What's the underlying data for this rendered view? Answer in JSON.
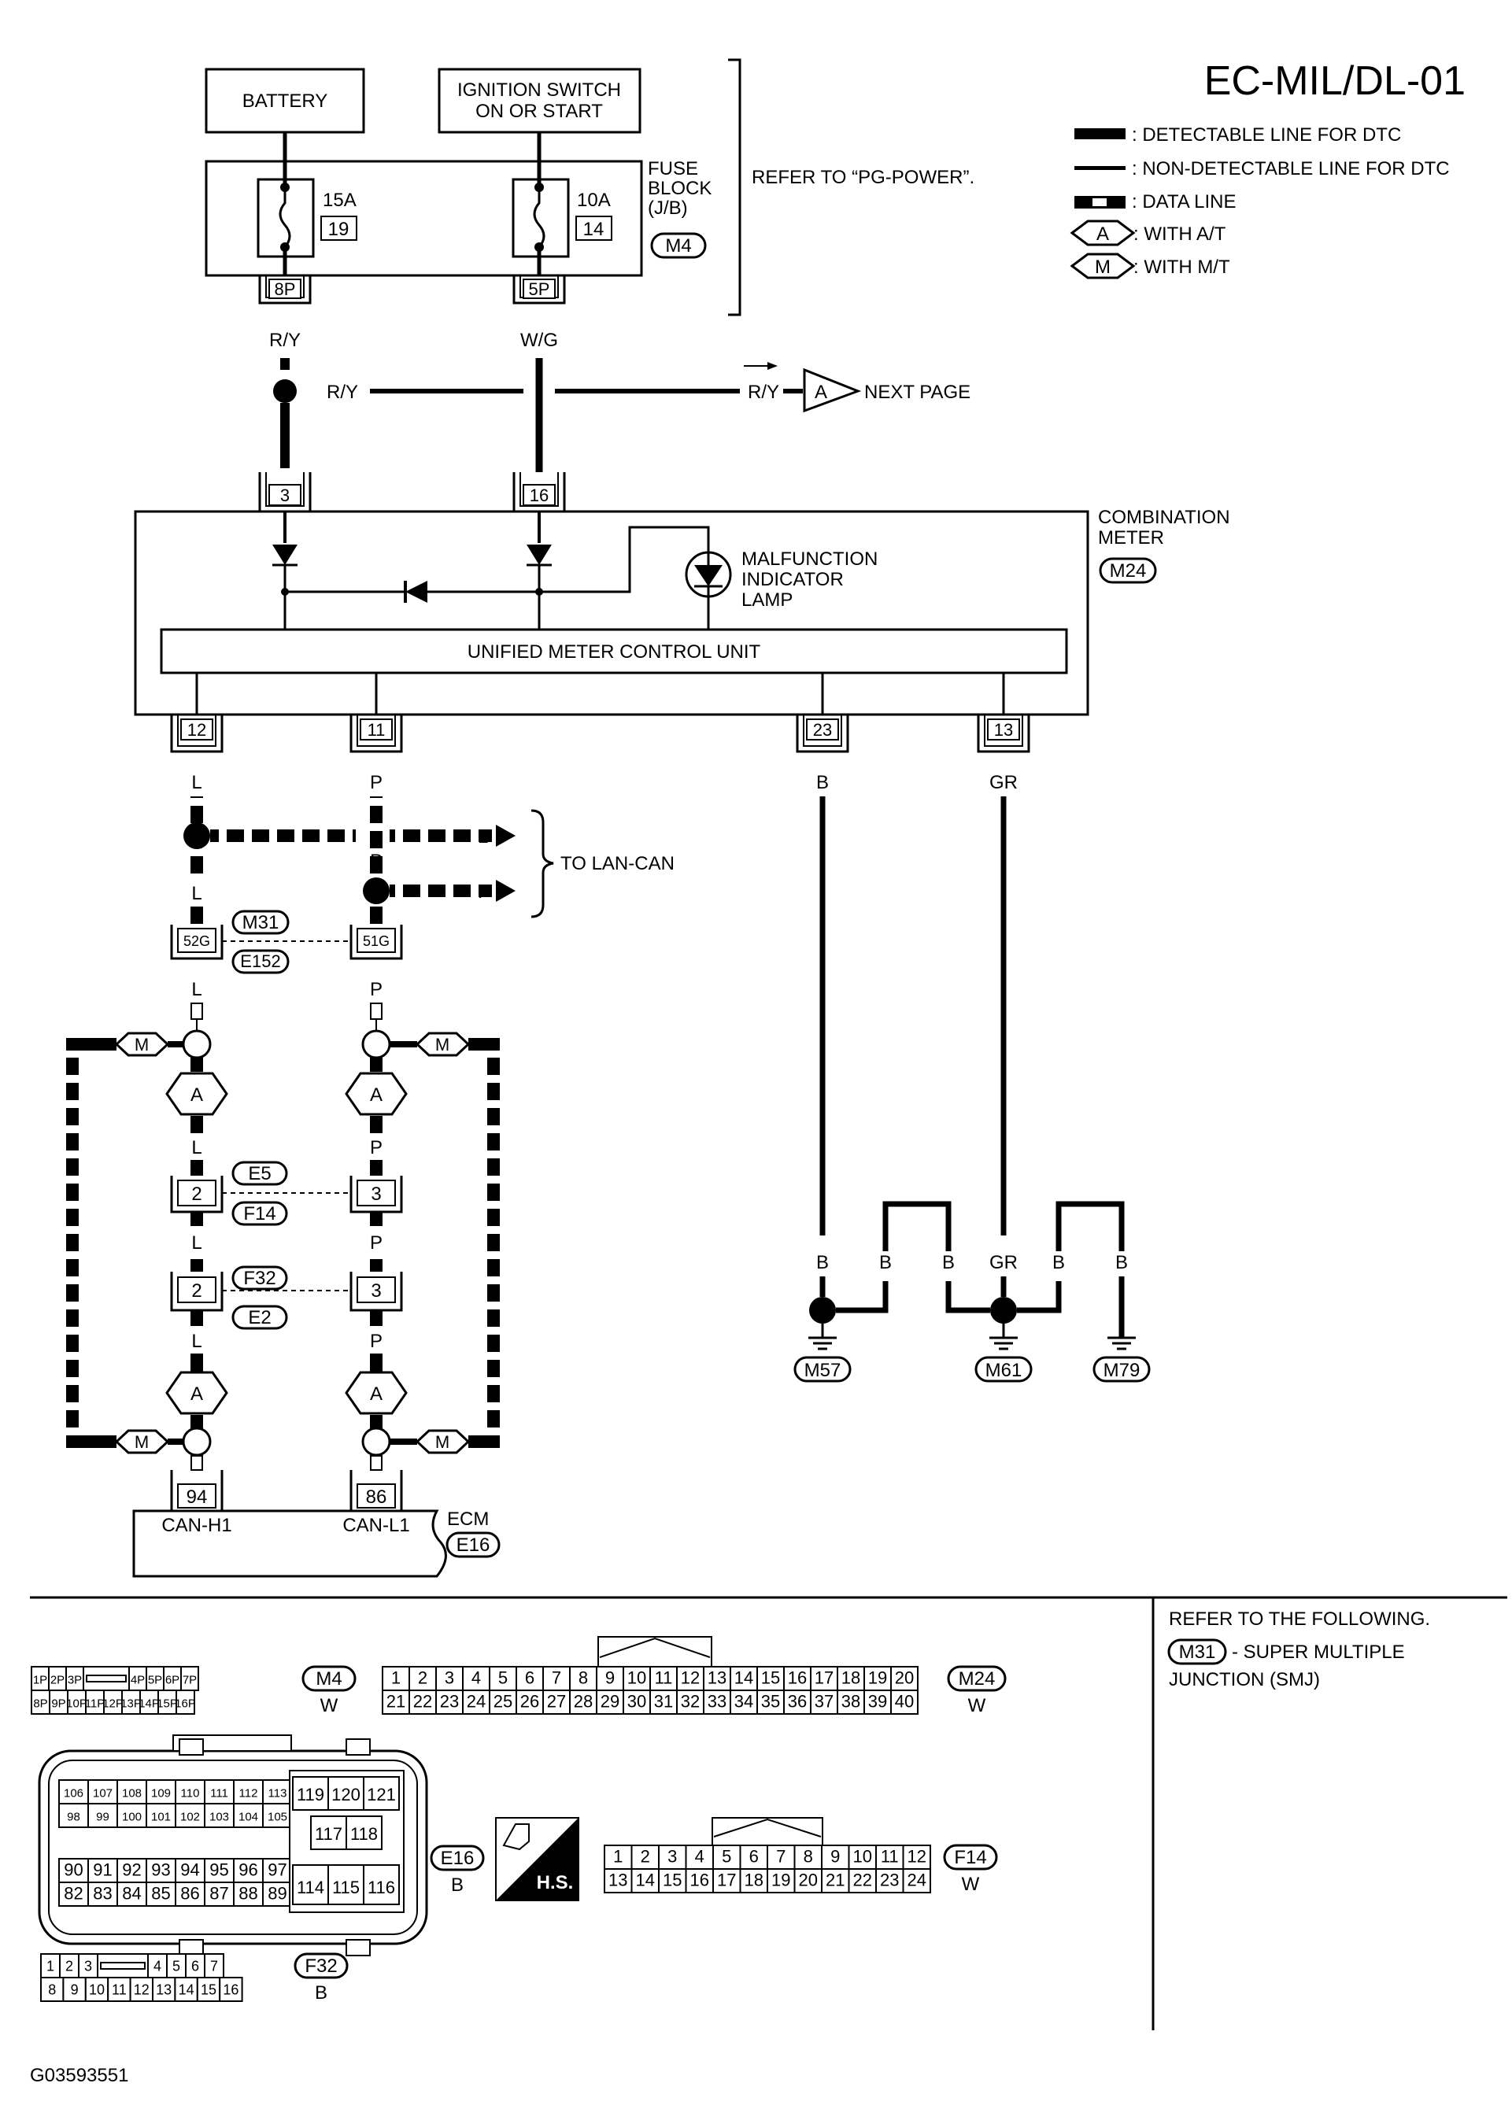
{
  "title": "EC-MIL/DL-01",
  "legend": {
    "detectable": ": DETECTABLE LINE FOR DTC",
    "non_detectable": ": NON-DETECTABLE LINE FOR DTC",
    "data_line": ": DATA LINE",
    "with_at_code": "A",
    "with_at": ": WITH A/T",
    "with_mt_code": "M",
    "with_mt": ": WITH M/T"
  },
  "power": {
    "battery": "BATTERY",
    "ignition_1": "IGNITION SWITCH",
    "ignition_2": "ON OR START",
    "refer": "REFER TO “PG-POWER”."
  },
  "fuse_block": {
    "name_1": "FUSE",
    "name_2": "BLOCK",
    "name_3": "(J/B)",
    "connector": "M4",
    "fuse1_amp": "15A",
    "fuse1_no": "19",
    "fuse2_amp": "10A",
    "fuse2_no": "14",
    "pin1": "8P",
    "pin2": "5P"
  },
  "wires": {
    "ry": "R/Y",
    "wg": "W/G",
    "l": "L",
    "p": "P",
    "b": "B",
    "gr": "GR"
  },
  "next_page": {
    "code": "A",
    "label": "NEXT PAGE"
  },
  "combination_meter": {
    "name_1": "COMBINATION",
    "name_2": "METER",
    "connector": "M24",
    "pin_3": "3",
    "pin_16": "16",
    "pin_12": "12",
    "pin_11": "11",
    "pin_23": "23",
    "pin_13": "13",
    "mil_1": "MALFUNCTION",
    "mil_2": "INDICATOR",
    "mil_3": "LAMP",
    "control_unit": "UNIFIED METER CONTROL UNIT"
  },
  "lan_can": "TO LAN-CAN",
  "joint_connectors": {
    "m31": "M31",
    "e152": "E152",
    "pin_52g": "52G",
    "pin_51g": "51G",
    "e5": "E5",
    "f14": "F14",
    "f32": "F32",
    "e2": "E2",
    "pin_2": "2",
    "pin_3": "3"
  },
  "grounds": [
    "M57",
    "M61",
    "M79"
  ],
  "ecm": {
    "name": "ECM",
    "connector": "E16",
    "pin_94": "94",
    "pin_86": "86",
    "can_h": "CAN-H1",
    "can_l": "CAN-L1"
  },
  "connector_views": {
    "m4": {
      "code": "M4",
      "color": "W",
      "row1": [
        "1P",
        "2P",
        "3P",
        "",
        "4P",
        "5P",
        "6P",
        "7P"
      ],
      "row2": [
        "8P",
        "9P",
        "10P",
        "11P",
        "12P",
        "13P",
        "14P",
        "15P",
        "16P"
      ]
    },
    "m24": {
      "code": "M24",
      "color": "W",
      "row1": [
        "1",
        "2",
        "3",
        "4",
        "5",
        "6",
        "7",
        "8",
        "9",
        "10",
        "11",
        "12",
        "13",
        "14",
        "15",
        "16",
        "17",
        "18",
        "19",
        "20"
      ],
      "row2": [
        "21",
        "22",
        "23",
        "24",
        "25",
        "26",
        "27",
        "28",
        "29",
        "30",
        "31",
        "32",
        "33",
        "34",
        "35",
        "36",
        "37",
        "38",
        "39",
        "40"
      ]
    },
    "e16": {
      "code": "E16",
      "color": "B",
      "ra": [
        "106",
        "107",
        "108",
        "109",
        "110",
        "111",
        "112",
        "113"
      ],
      "rb": [
        "98",
        "99",
        "100",
        "101",
        "102",
        "103",
        "104",
        "105"
      ],
      "rc": [
        "90",
        "91",
        "92",
        "93",
        "94",
        "95",
        "96",
        "97"
      ],
      "rd": [
        "82",
        "83",
        "84",
        "85",
        "86",
        "87",
        "88",
        "89"
      ],
      "p119": "119",
      "p120": "120",
      "p121": "121",
      "p117": "117",
      "p118": "118",
      "p114": "114",
      "p115": "115",
      "p116": "116"
    },
    "hs": "H.S.",
    "f14": {
      "code": "F14",
      "color": "W",
      "row1": [
        "1",
        "2",
        "3",
        "4",
        "5",
        "6",
        "7",
        "8",
        "9",
        "10",
        "11",
        "12"
      ],
      "row2": [
        "13",
        "14",
        "15",
        "16",
        "17",
        "18",
        "19",
        "20",
        "21",
        "22",
        "23",
        "24"
      ]
    },
    "f32": {
      "code": "F32",
      "color": "B",
      "row1": [
        "1",
        "2",
        "3",
        "",
        "4",
        "5",
        "6",
        "7"
      ],
      "row2": [
        "8",
        "9",
        "10",
        "11",
        "12",
        "13",
        "14",
        "15",
        "16"
      ]
    }
  },
  "refer_box": {
    "line1": "REFER TO THE FOLLOWING.",
    "code": "M31",
    "line2": "- SUPER MULTIPLE",
    "line3": "JUNCTION (SMJ)"
  },
  "figure_id": "G03593551"
}
